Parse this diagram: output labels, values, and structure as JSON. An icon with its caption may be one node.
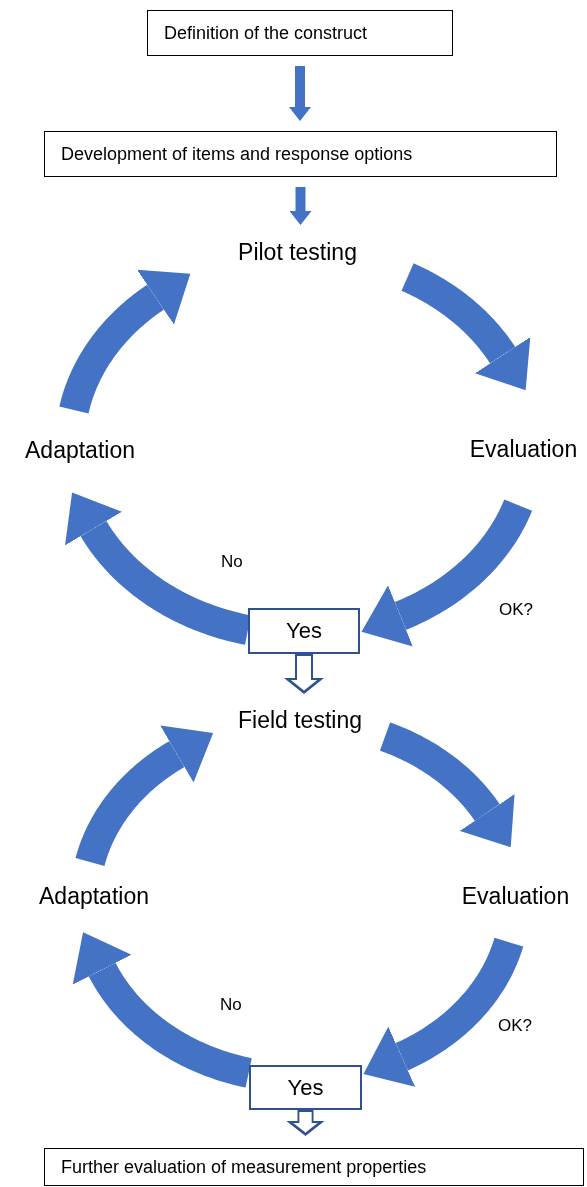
{
  "diagram": {
    "nodes": [
      {
        "text": [
          "Definition of the construct"
        ]
      },
      {
        "text": [
          "Development of items and response options"
        ]
      },
      {
        "text": [
          "Pilot testing"
        ]
      },
      {
        "text": [
          "Evaluation"
        ]
      },
      {
        "text": [
          "Adaptation"
        ]
      },
      {
        "text": [
          "Yes"
        ]
      },
      {
        "text": [
          "Field testing"
        ]
      },
      {
        "text": [
          "Evaluation"
        ]
      },
      {
        "text": [
          "Adaptation"
        ]
      },
      {
        "text": [
          "Yes"
        ]
      },
      {
        "text": [
          "Further evaluation of measurement properties"
        ]
      }
    ],
    "edges": [
      {
        "from": 0,
        "to": 1,
        "arrow": "to"
      },
      {
        "from": 1,
        "to": 2,
        "arrow": "to"
      },
      {
        "from": 2,
        "to": 3,
        "arrow": "to"
      },
      {
        "from": 3,
        "to": 5,
        "arrow": "to",
        "label": "OK?"
      },
      {
        "from": 5,
        "to": 4,
        "arrow": "to",
        "label": "No"
      },
      {
        "from": 4,
        "to": 2,
        "arrow": "to"
      },
      {
        "from": 5,
        "to": 6,
        "arrow": "to",
        "color": "#2f528f"
      },
      {
        "from": 6,
        "to": 7,
        "arrow": "to"
      },
      {
        "from": 7,
        "to": 9,
        "arrow": "to",
        "label": "OK?"
      },
      {
        "from": 9,
        "to": 8,
        "arrow": "to",
        "label": "No"
      },
      {
        "from": 8,
        "to": 6,
        "arrow": "to"
      },
      {
        "from": 9,
        "to": 10,
        "arrow": "to",
        "color": "#2f528f"
      }
    ]
  }
}
